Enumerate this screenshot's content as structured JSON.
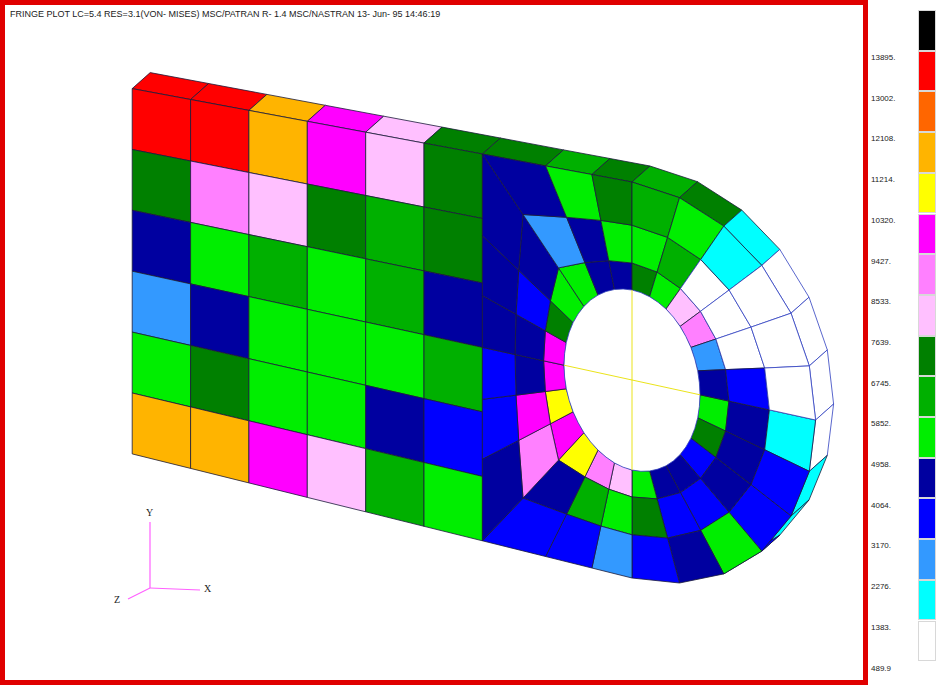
{
  "diagram": {
    "title": "FRINGE PLOT LC=5.4 RES=3.1(VON- MISES) MSC/PATRAN R- 1.4 MSC/NASTRAN 13- Jun- 95 14:46:19",
    "labels": [
      "Y",
      "Z",
      "X"
    ],
    "legend": [
      {
        "text": "13895.",
        "color": "#000000"
      },
      {
        "text": "13002.",
        "color": "#ff0000"
      },
      {
        "text": "12108.",
        "color": "#ff6600"
      },
      {
        "text": "11214.",
        "color": "#ffb400"
      },
      {
        "text": "10320.",
        "color": "#ffff00"
      },
      {
        "text": "9427.",
        "color": "#ff00ff"
      },
      {
        "text": "8533.",
        "color": "#ff80ff"
      },
      {
        "text": "7639.",
        "color": "#ffc0ff"
      },
      {
        "text": "6745.",
        "color": "#008000"
      },
      {
        "text": "5852.",
        "color": "#00b000"
      },
      {
        "text": "4958.",
        "color": "#00ee00"
      },
      {
        "text": "4064.",
        "color": "#0000a0"
      },
      {
        "text": "3170.",
        "color": "#0000ff"
      },
      {
        "text": "2276.",
        "color": "#3399ff"
      },
      {
        "text": "1383.",
        "color": "#00ffff"
      },
      {
        "text": "489.9",
        "color": "#ffffff"
      }
    ]
  }
}
